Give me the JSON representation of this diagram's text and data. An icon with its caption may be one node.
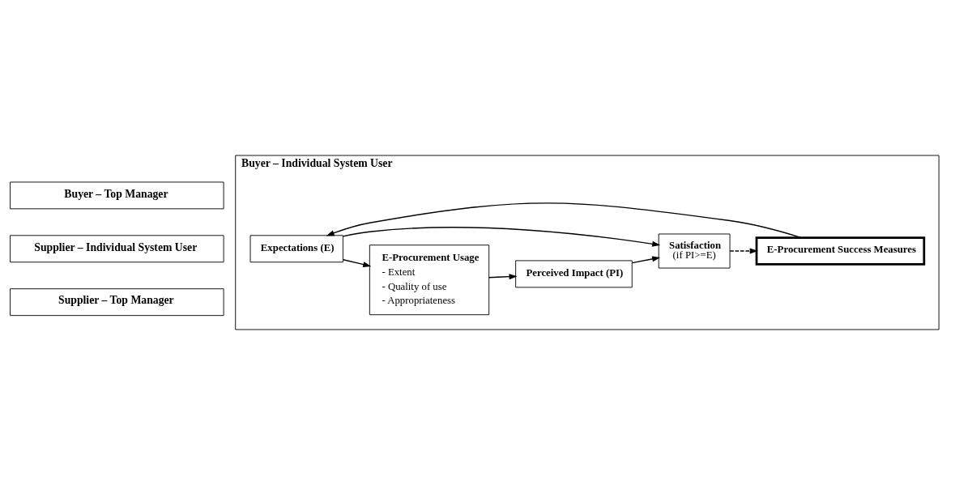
{
  "diagram": {
    "nodes": [
      {
        "text": [
          "Supplier – Top Manager"
        ]
      },
      {
        "text": [
          "Supplier – Individual System User"
        ]
      },
      {
        "text": [
          "Buyer – Top Manager"
        ]
      },
      {
        "text": [
          "Buyer – Individual System User"
        ]
      },
      {
        "text": [
          "Expectations (E)"
        ],
        "in": 3
      },
      {
        "text": [
          "E-Procurement Usage",
          "- Extent",
          "- Quality of use",
          "- Appropriateness"
        ],
        "in": 3
      },
      {
        "text": [
          "Perceived Impact (PI)"
        ],
        "in": 3
      },
      {
        "text": [
          "Satisfaction",
          "(if PI>=E)"
        ],
        "in": 3
      },
      {
        "text": [
          "E-Procurement Success Measures"
        ],
        "in": 3
      }
    ],
    "edges": [
      {
        "from": 4,
        "to": 5,
        "arrow": "to"
      },
      {
        "from": 5,
        "to": 6,
        "arrow": "to"
      },
      {
        "from": 6,
        "to": 7,
        "arrow": "to"
      },
      {
        "from": 4,
        "to": 7,
        "arrow": "to"
      },
      {
        "from": 7,
        "to": 8,
        "arrow": "to",
        "style": "dashed"
      },
      {
        "from": 8,
        "to": 4,
        "arrow": "to"
      }
    ]
  }
}
